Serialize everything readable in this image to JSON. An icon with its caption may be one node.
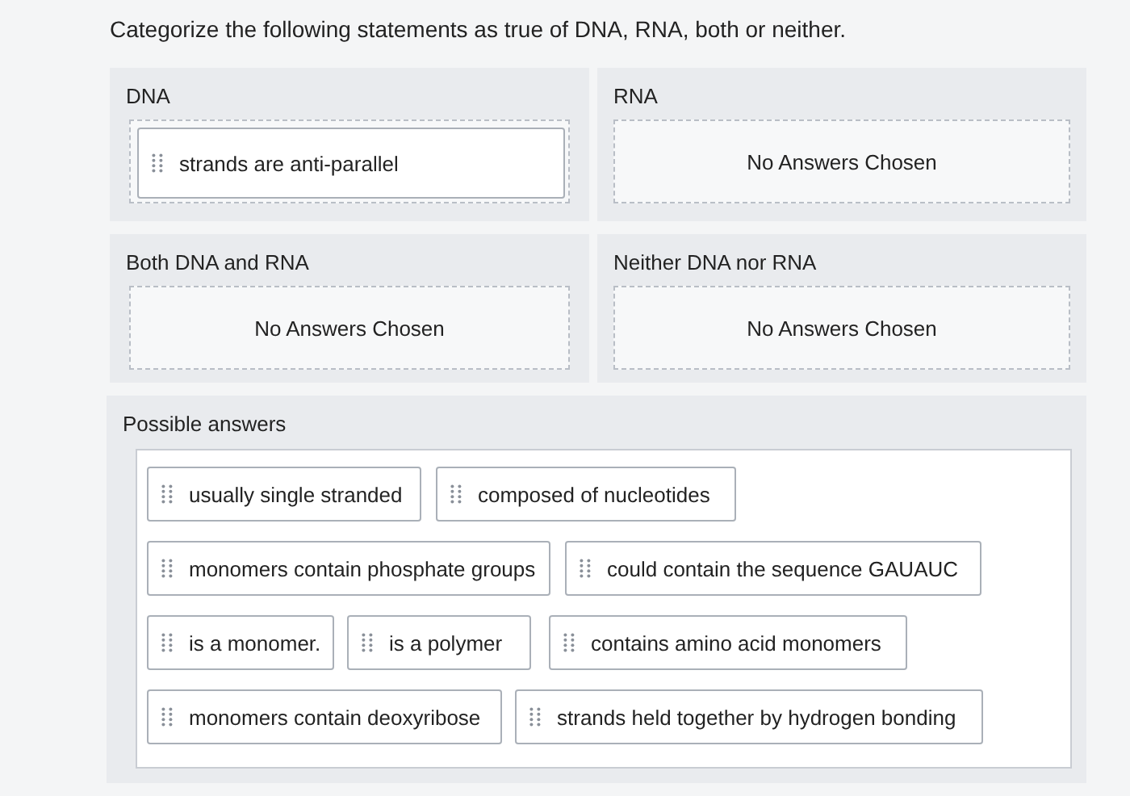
{
  "diagram": {
    "title": "Categorize the following statements as true of DNA, RNA, both or neither.",
    "nodes": [
      {
        "text": [
          "DNA"
        ]
      },
      {
        "text": [],
        "shape": "box",
        "in": 0
      },
      {
        "text": [
          "strands are anti-parallel"
        ],
        "in": 1
      },
      {
        "text": [
          "RNA"
        ]
      },
      {
        "text": [
          "No Answers Chosen"
        ],
        "in": 3
      },
      {
        "text": [
          "Both DNA and RNA"
        ]
      },
      {
        "text": [
          "No Answers Chosen"
        ],
        "in": 5
      },
      {
        "text": [
          "Neither DNA nor RNA"
        ]
      },
      {
        "text": [
          "No Answers Chosen"
        ],
        "in": 7
      },
      {
        "text": [
          "Possible answers"
        ]
      },
      {
        "text": [],
        "shape": "box",
        "in": 9
      },
      {
        "text": [
          "usually single stranded"
        ],
        "in": 10
      },
      {
        "text": [
          "composed of nucleotides"
        ],
        "in": 10
      },
      {
        "text": [
          "monomers contain phosphate groups"
        ],
        "in": 10
      },
      {
        "text": [
          "could contain the sequence GAUAUC"
        ],
        "in": 10
      },
      {
        "text": [
          "is a monomer."
        ],
        "in": 10
      },
      {
        "text": [
          "is a polymer"
        ],
        "in": 10
      },
      {
        "text": [
          "contains amino acid monomers"
        ],
        "in": 10
      },
      {
        "text": [
          "monomers contain deoxyribose"
        ],
        "in": 10
      },
      {
        "text": [
          "strands held together by hydrogen bonding"
        ],
        "in": 10
      }
    ],
    "edges": []
  }
}
